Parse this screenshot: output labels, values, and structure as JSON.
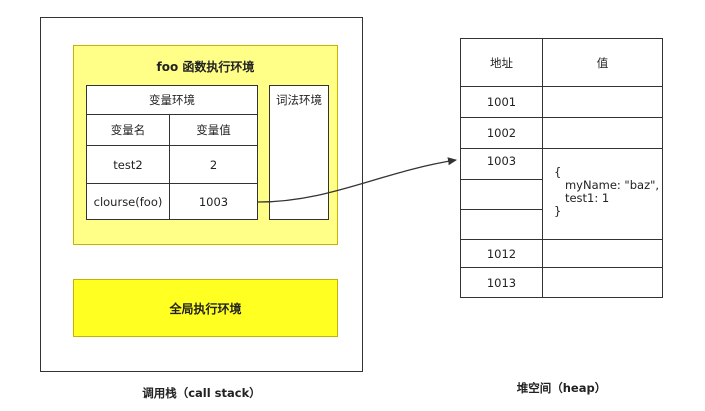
{
  "call_stack": {
    "caption": "调用栈（call stack）",
    "foo_context": {
      "title": "foo 函数执行环境",
      "variable_environment": {
        "title": "变量环境",
        "headers": [
          "变量名",
          "变量值"
        ],
        "rows": [
          [
            "test2",
            "2"
          ],
          [
            "clourse(foo)",
            "1003"
          ]
        ]
      },
      "lexical_environment": {
        "title": "词法环境"
      }
    },
    "global_context": {
      "title": "全局执行环境"
    }
  },
  "heap": {
    "caption": "堆空间（heap）",
    "headers": [
      "地址",
      "值"
    ],
    "addresses": [
      "1001",
      "1002",
      "1003",
      "",
      "",
      "1012",
      "1013"
    ],
    "object_value": "{\n   myName: \"baz\",\n   test1: 1\n}"
  },
  "colors": {
    "foo_context_bg": "#ffff88",
    "global_context_bg": "#ffff22",
    "border": "#333333"
  }
}
